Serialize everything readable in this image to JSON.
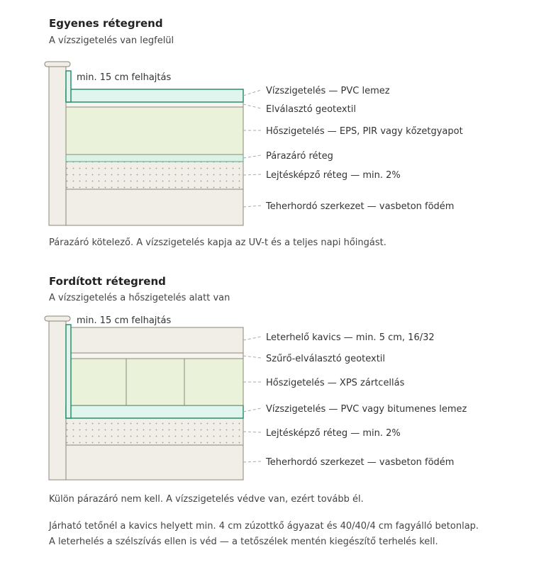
{
  "colors": {
    "wall": "#f1eee7",
    "outline": "#8c857a",
    "membrane": "#2f8f6a",
    "membrane_fill": "#dff5ee",
    "insulation": "#eaf3d9",
    "vapor": "#ddf2e6",
    "gravel": "#f1eee7",
    "leader": "#aaaaaa"
  },
  "section1": {
    "title": "Egyenes rétegrend",
    "subtitle": "A vízszigetelés van legfelül",
    "upstand_label": "min. 15 cm felhajtás",
    "layers": [
      {
        "label": "Vízszigetelés — PVC lemez"
      },
      {
        "label": "Elválasztó geotextil"
      },
      {
        "label": "Hőszigetelés — EPS, PIR vagy kőzetgyapot"
      },
      {
        "label": "Párazáró réteg"
      },
      {
        "label": "Lejtésképző réteg — min. 2%"
      },
      {
        "label": "Teherhordó szerkezet — vasbeton födém"
      }
    ],
    "note": "Párazáró kötelező. A vízszigetelés kapja az UV-t és a teljes napi hőingást."
  },
  "section2": {
    "title": "Fordított rétegrend",
    "subtitle": "A vízszigetelés a hőszigetelés alatt van",
    "upstand_label": "min. 15 cm felhajtás",
    "layers": [
      {
        "label": "Leterhelő kavics — min. 5 cm, 16/32"
      },
      {
        "label": "Szűrő-elválasztó geotextil"
      },
      {
        "label": "Hőszigetelés — XPS zártcellás"
      },
      {
        "label": "Vízszigetelés — PVC vagy bitumenes lemez"
      },
      {
        "label": "Lejtésképző réteg — min. 2%"
      },
      {
        "label": "Teherhordó szerkezet — vasbeton födém"
      }
    ],
    "note": "Külön párazáró nem kell. A vízszigetelés védve van, ezért tovább él.",
    "footnote_1": "Járható tetőnél a kavics helyett min. 4 cm zúzottkő ágyazat és 40/40/4 cm fagyálló betonlap.",
    "footnote_2": "A leterhelés a szélszívás ellen is véd — a tetőszélek mentén kiegészítő terhelés kell."
  }
}
